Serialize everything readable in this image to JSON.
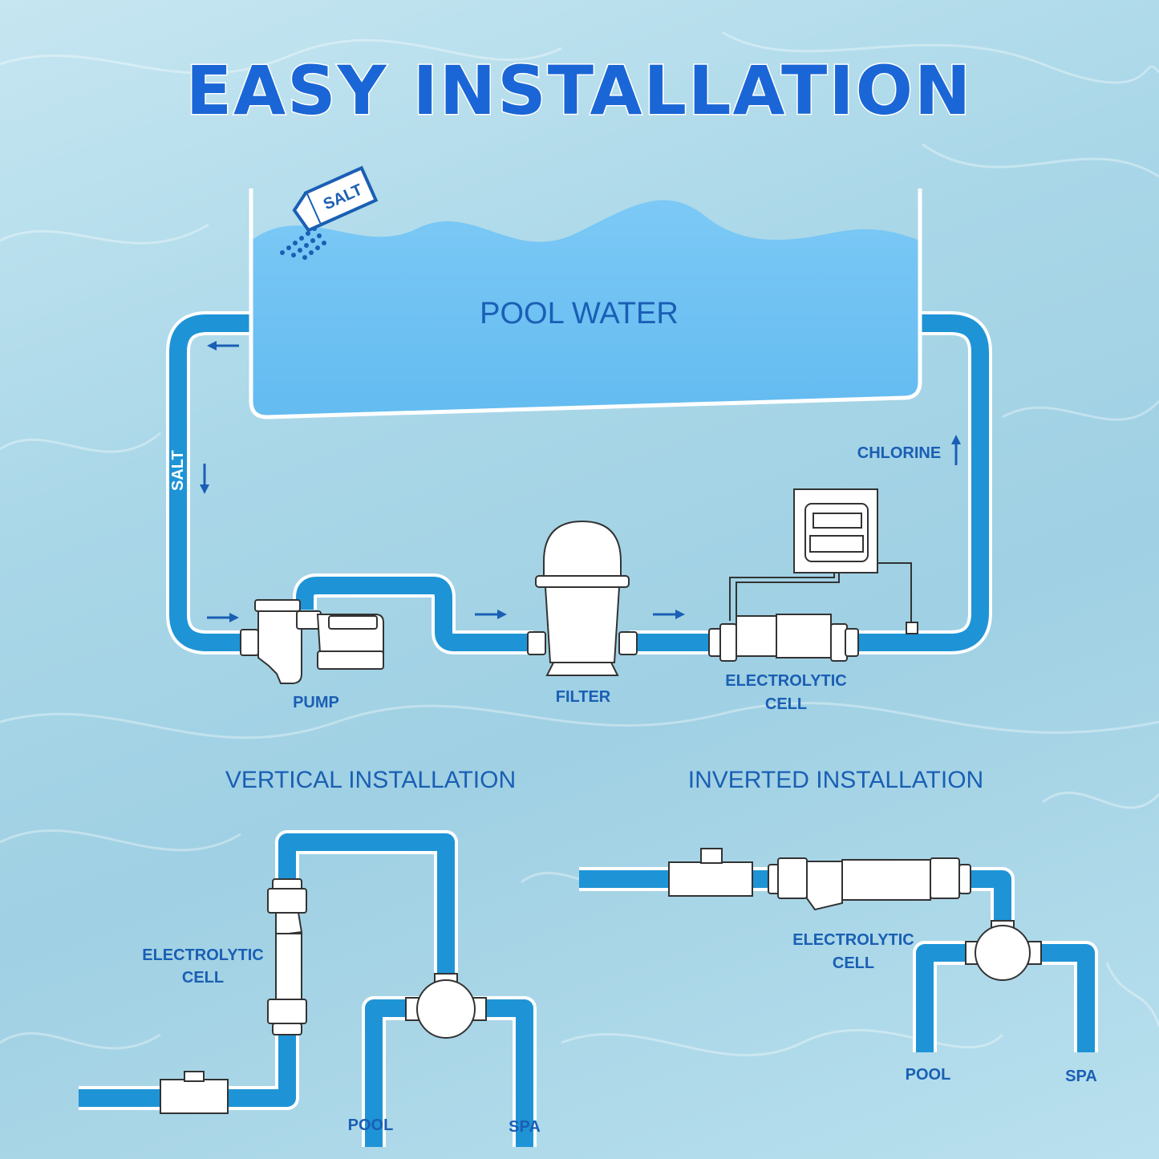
{
  "title": "EASY INSTALLATION",
  "main_diagram": {
    "pool_label": "POOL WATER",
    "salt_box_label": "SALT",
    "salt_pipe_label": "SALT",
    "chlorine_label": "CHLORINE",
    "pump_label": "PUMP",
    "filter_label": "FILTER",
    "cell_label_line1": "ELECTROLYTIC",
    "cell_label_line2": "CELL"
  },
  "vertical": {
    "heading": "VERTICAL INSTALLATION",
    "cell_label_line1": "ELECTROLYTIC",
    "cell_label_line2": "CELL",
    "pool_label": "POOL",
    "spa_label": "SPA"
  },
  "inverted": {
    "heading": "INVERTED INSTALLATION",
    "cell_label_line1": "ELECTROLYTIC",
    "cell_label_line2": "CELL",
    "pool_label": "POOL",
    "spa_label": "SPA"
  },
  "colors": {
    "pipe": "#1e94d6",
    "text": "#1a5fb4",
    "title": "#1a66d6",
    "water": "#73c5f5"
  }
}
